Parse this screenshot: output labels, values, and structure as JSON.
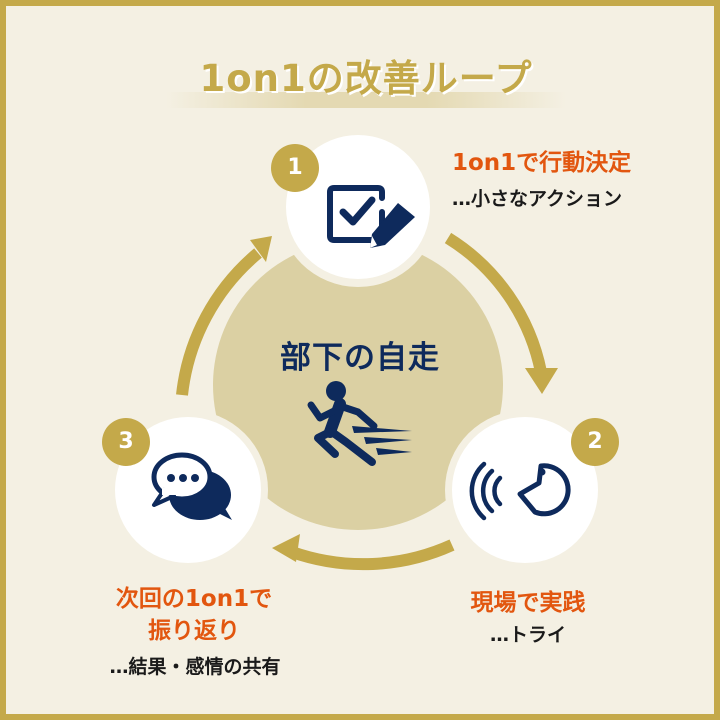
{
  "title": "1on1の改善ループ",
  "center": {
    "title": "部下の自走",
    "icon": "running-person-icon"
  },
  "steps": [
    {
      "number": "1",
      "main": "1on1で行動決定",
      "sub": "…小さなアクション",
      "icon": "checkbox-pencil-icon"
    },
    {
      "number": "2",
      "main": "現場で実践",
      "sub": "…トライ",
      "icon": "speaking-face-icon"
    },
    {
      "number": "3",
      "main_line1": "次回の1on1で",
      "main_line2": "振り返り",
      "sub": "…結果・感情の共有",
      "icon": "speech-bubbles-icon"
    }
  ],
  "colors": {
    "gold": "#c4a94a",
    "background": "#f4f0e3",
    "center_fill": "#dbd0a3",
    "navy": "#0e2a5c",
    "orange": "#e2560f",
    "white": "#ffffff"
  }
}
